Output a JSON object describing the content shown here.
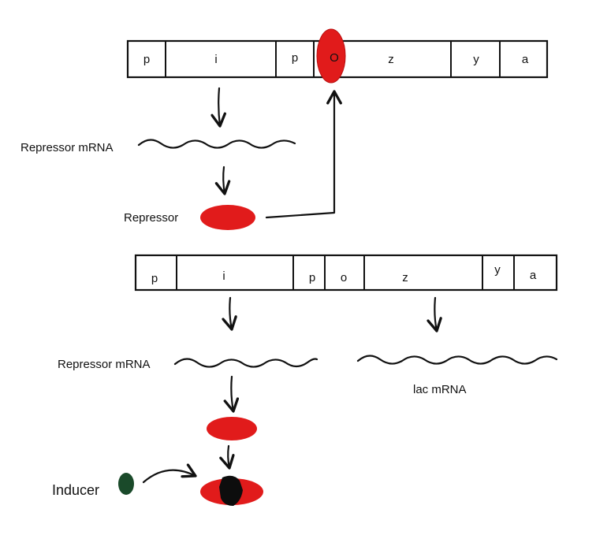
{
  "operon_top": {
    "segments": [
      "p",
      "i",
      "p",
      "O",
      "z",
      "y",
      "a"
    ]
  },
  "operon_bottom": {
    "segments": [
      "p",
      "i",
      "p",
      "o",
      "z",
      "y",
      "a"
    ]
  },
  "labels": {
    "repressor_mrna_top": "Repressor mRNA",
    "repressor": "Repressor",
    "repressor_mrna_bottom": "Repressor mRNA",
    "lac_mrna": "lac mRNA",
    "inducer": "Inducer"
  },
  "colors": {
    "repressor": "#e11b1b",
    "inducer": "#1a4a2a",
    "ink": "#111111"
  },
  "icons": [
    "repressor-protein-icon",
    "inducer-molecule-icon",
    "arrow-icon"
  ]
}
